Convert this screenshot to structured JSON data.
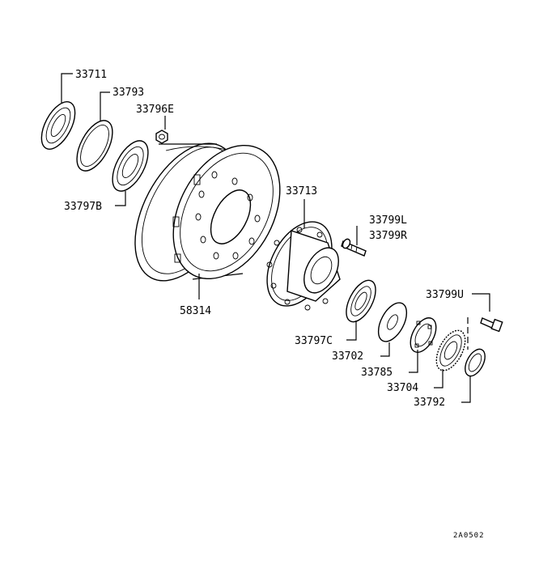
{
  "labels": {
    "p33711": "33711",
    "p33793": "33793",
    "p33796E": "33796E",
    "p33797B": "33797B",
    "p58314": "58314",
    "p33713": "33713",
    "p33799L": "33799L",
    "p33799R": "33799R",
    "p33799U": "33799U",
    "p33797C": "33797C",
    "p33702": "33702",
    "p33785": "33785",
    "p33704": "33704",
    "p33792": "33792"
  },
  "diagram_code": "2A0502"
}
